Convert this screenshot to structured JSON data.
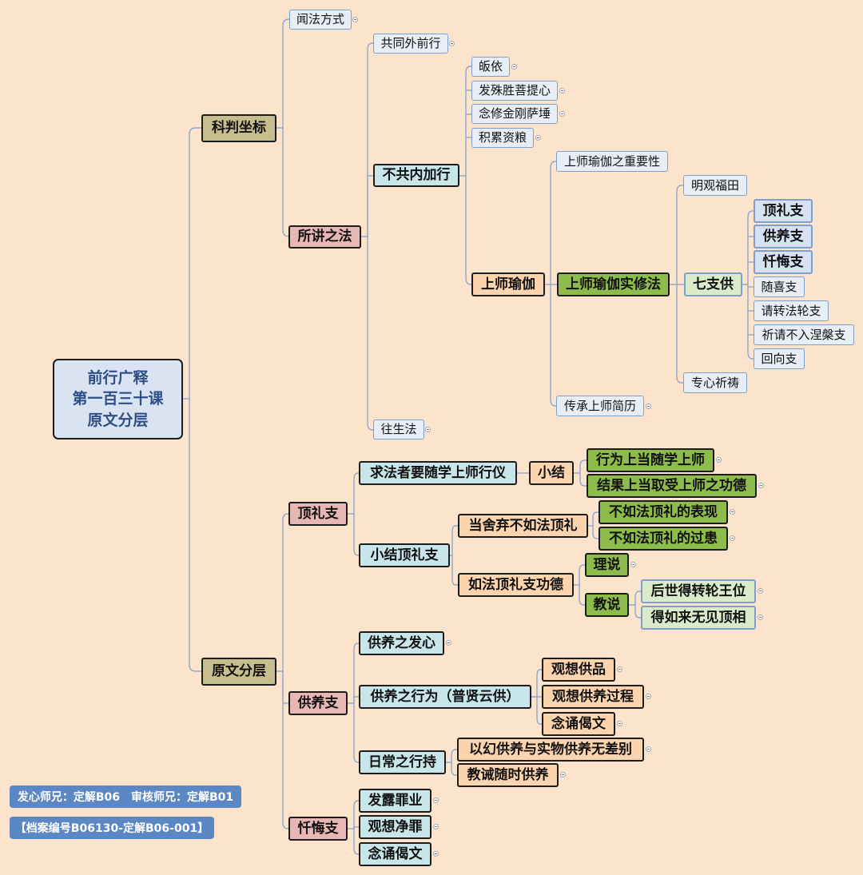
{
  "center": {
    "line1": "前行广释",
    "line2": "第一百三十课",
    "line3": "原文分层"
  },
  "nodes": {
    "n01": "科判坐标",
    "n02": "闻法方式",
    "n03": "所讲之法",
    "n04": "共同外前行",
    "n05": "不共内加行",
    "n06": "往生法",
    "n07": "皈依",
    "n08": "发殊胜菩提心",
    "n09": "念修金刚萨埵",
    "n10": "积累资粮",
    "n11": "上师瑜伽",
    "n12": "上师瑜伽之重要性",
    "n13": "上师瑜伽实修法",
    "n14": "传承上师简历",
    "n15": "明观福田",
    "n16": "七支供",
    "n17": "专心祈祷",
    "n18": "顶礼支",
    "n19": "供养支",
    "n20": "忏悔支",
    "n21": "随喜支",
    "n22": "请转法轮支",
    "n23": "祈请不入涅槃支",
    "n24": "回向支",
    "n25": "原文分层",
    "n26": "顶礼支",
    "n27": "供养支",
    "n28": "忏悔支",
    "n29": "求法者要随学上师行仪",
    "n30": "小结",
    "n31": "行为上当随学上师",
    "n32": "结果上当取受上师之功德",
    "n33": "小结顶礼支",
    "n34": "当舍弃不如法顶礼",
    "n35": "不如法顶礼的表现",
    "n36": "不如法顶礼的过患",
    "n37": "如法顶礼支功德",
    "n38": "理说",
    "n39": "教说",
    "n40": "后世得转轮王位",
    "n41": "得如来无见顶相",
    "n42": "供养之发心",
    "n43": "供养之行为（普贤云供）",
    "n44": "观想供品",
    "n45": "观想供养过程",
    "n46": "念诵偈文",
    "n47": "日常之行持",
    "n48": "以幻供养与实物供养无差别",
    "n49": "教诫随时供养",
    "n50": "发露罪业",
    "n51": "观想净罪",
    "n52": "念诵偈文"
  },
  "footer": {
    "credits": "发心师兄：定解B06　审核师兄：定解B01",
    "archive": "【档案编号B06130-定解B06-001】"
  },
  "colors": {
    "line": "#7d9fce",
    "background": "#fbe3cc",
    "center_text": "#2e4f86",
    "note_bg": "#5b87c4"
  }
}
